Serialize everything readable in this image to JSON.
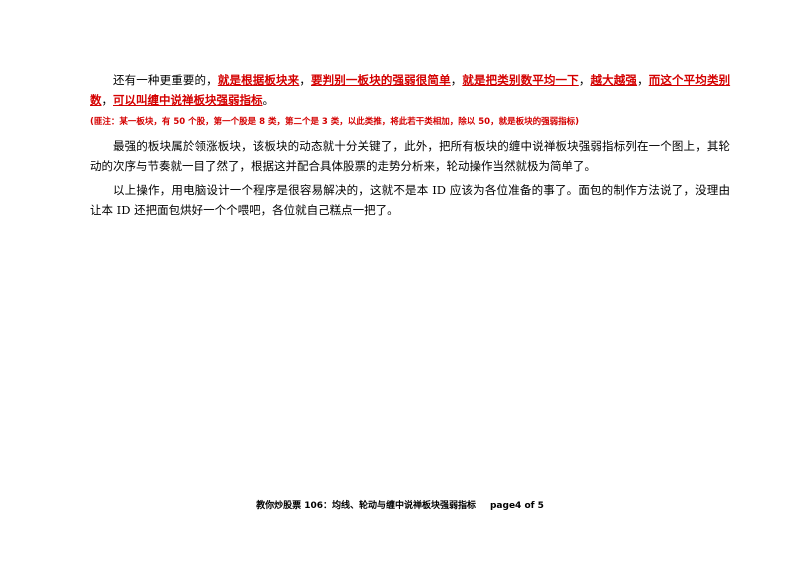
{
  "paragraph1": {
    "p1_text": "还有一种更重要的，",
    "p1_red1": "就是根据板块来",
    "p1_sep1": "，",
    "p1_red2": "要判别一板块的强弱很简单",
    "p1_sep2": "，",
    "p1_red3": "就是把类别数平均一下",
    "p1_sep3": "，",
    "p1_red4": "越大越强",
    "p1_sep4": "，",
    "p1_red5": "而这个平均类别数",
    "p1_sep5": "，",
    "p1_red6": "可以叫缠中说禅板块强弱指标",
    "p1_end": "。"
  },
  "note": "(匪注：某一板块，有 50 个股，第一个股是 8 类，第二个是 3 类，以此类推，将此若干类相加，除以 50，就是板块的强弱指标)",
  "paragraph2": "最强的板块属於领涨板块，该板块的动态就十分关键了，此外，把所有板块的缠中说禅板块强弱指标列在一个图上，其轮动的次序与节奏就一目了然了，根据这并配合具体股票的走势分析来，轮动操作当然就极为简单了。",
  "paragraph3": "以上操作，用电脑设计一个程序是很容易解决的，这就不是本 ID 应该为各位准备的事了。面包的制作方法说了，没理由让本 ID 还把面包烘好一个个喂吧，各位就自己糕点一把了。",
  "footer": {
    "title": "教你炒股票 106：均线、轮动与缠中说禅板块强弱指标",
    "page": "page4 of 5"
  }
}
